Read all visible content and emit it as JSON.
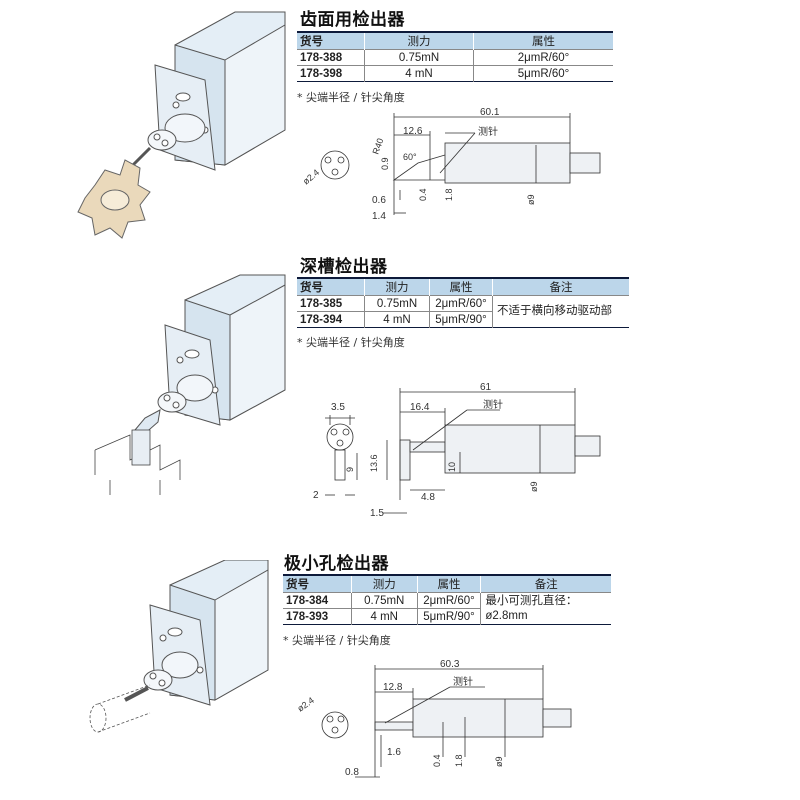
{
  "sections": [
    {
      "title": "齿面用检出器",
      "headers": [
        "货号",
        "测力",
        "属性"
      ],
      "rows": [
        {
          "part": "178-388",
          "force": "0.75mN",
          "attr": "2μmR/60°"
        },
        {
          "part": "178-398",
          "force": "4 mN",
          "attr": "5μmR/60°"
        }
      ],
      "footnote": "* 尖端半径 / 针尖角度",
      "dims": {
        "length": "60.1",
        "offset": "12.6",
        "stylus": "测针",
        "radius": "R40",
        "angle": "60°",
        "h1": "0.9",
        "dia_tip": "ø2.4",
        "w1": "0.6",
        "w2": "1.4",
        "h2": "0.4",
        "h3": "1.8",
        "dia_body": "ø9"
      }
    },
    {
      "title": "深槽检出器",
      "headers": [
        "货号",
        "测力",
        "属性",
        "备注"
      ],
      "rows": [
        {
          "part": "178-385",
          "force": "0.75mN",
          "attr": "2μmR/60°"
        },
        {
          "part": "178-394",
          "force": "4 mN",
          "attr": "5μmR/90°"
        }
      ],
      "note": "不适于横向移动驱动部",
      "footnote": "* 尖端半径 / 针尖角度",
      "dims": {
        "length": "61",
        "offset": "16.4",
        "stylus": "测针",
        "w_top": "3.5",
        "h_total": "13.6",
        "h_small": "9",
        "h_body": "10",
        "dia_body": "ø9",
        "w_left": "2",
        "w_bottom": "1.5",
        "w_mid": "4.8"
      }
    },
    {
      "title": "极小孔检出器",
      "headers": [
        "货号",
        "测力",
        "属性",
        "备注"
      ],
      "rows": [
        {
          "part": "178-384",
          "force": "0.75mN",
          "attr": "2μmR/60°"
        },
        {
          "part": "178-393",
          "force": "4 mN",
          "attr": "5μmR/90°"
        }
      ],
      "note": "最小可测孔直径：ø2.8mm",
      "footnote": "* 尖端半径 / 针尖角度",
      "dims": {
        "length": "60.3",
        "offset": "12.8",
        "stylus": "测针",
        "dia_tip": "ø2.4",
        "w1": "1.6",
        "w2": "0.8",
        "h1": "0.4",
        "h2": "1.8",
        "dia_body": "ø9"
      }
    }
  ],
  "colors": {
    "table_header": "#bcd6ea",
    "table_rule": "#0d1a3a",
    "device_body": "#e4eef6",
    "gear": "#ead9bb"
  }
}
